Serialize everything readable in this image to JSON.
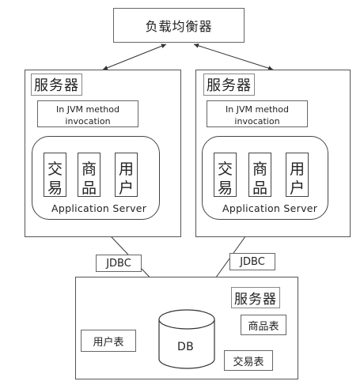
{
  "load_balancer": {
    "label": "负载均衡器"
  },
  "servers": [
    {
      "title": "服务器",
      "note": "In JVM method invocation",
      "modules": [
        "交易",
        "商品",
        "用户"
      ],
      "app_label": "Application Server"
    },
    {
      "title": "服务器",
      "note": "In JVM method invocation",
      "modules": [
        "交易",
        "商品",
        "用户"
      ],
      "app_label": "Application Server"
    }
  ],
  "connections": {
    "left_label": "JDBC",
    "right_label": "JDBC"
  },
  "db_server": {
    "title": "服务器",
    "db_label": "DB",
    "tables": {
      "user": "用户表",
      "product": "商品表",
      "trade": "交易表"
    }
  }
}
